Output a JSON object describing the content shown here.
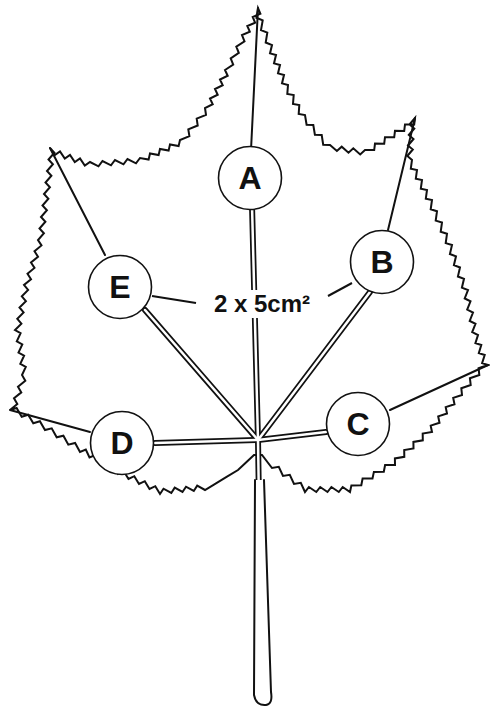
{
  "diagram": {
    "nodes": [
      {
        "text": [
          "A"
        ]
      },
      {
        "text": [
          "E"
        ]
      },
      {
        "text": [
          "B"
        ]
      },
      {
        "text": [
          "D"
        ]
      },
      {
        "text": [
          "C"
        ]
      }
    ],
    "labels": [
      "2 x 5cm²"
    ]
  }
}
